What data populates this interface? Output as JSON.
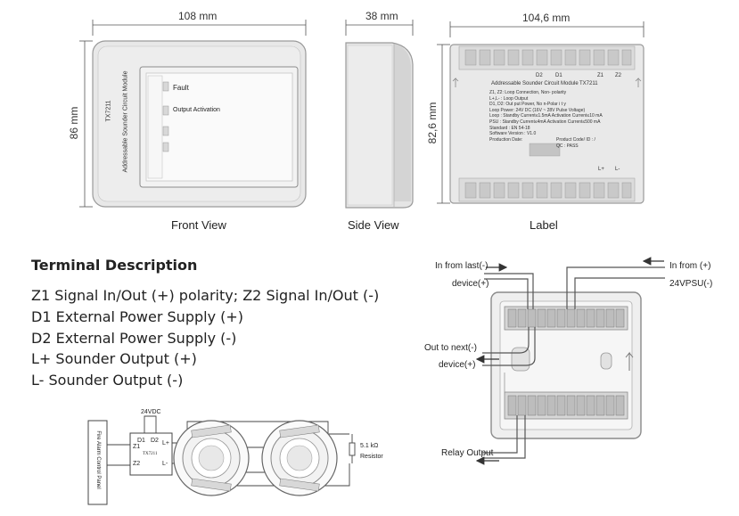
{
  "dimensions": {
    "front_width": "108 mm",
    "side_width": "38 mm",
    "label_width": "104,6 mm",
    "front_height": "86 mm",
    "label_height": "82,6 mm"
  },
  "captions": {
    "front": "Front View",
    "side": "Side View",
    "label": "Label"
  },
  "front_panel": {
    "model": "TX7211",
    "module_name": "Addressable Sounder Circuit Module",
    "fault": "Fault",
    "output_activation": "Output Activation"
  },
  "label_panel": {
    "top_terminals": [
      "D2",
      "D1",
      "Z1",
      "Z2"
    ],
    "title": "Addressable Sounder Circuit Module",
    "model": "TX7211",
    "lines": [
      "Z1, Z2: Loop Connection, Non- polarity",
      "L+,L- : Loop Output",
      "D1,  D2: Out put Power, No n-Polar i t y",
      "Loop Power: 24V DC (16V ~ 28V Pulse Voltage)",
      "Loop : Standby Current≤1.5mA Activation Current≤10 mA",
      "PSU : Standby Current≤4mA Activation Current≤500 mA",
      "Standard : EN 54-18",
      "Software Version : V1.0"
    ],
    "product_code": "Product Code/ ID :  /",
    "production_date": "Production Date:",
    "qc": "QC : PASS",
    "bottom_terminals": [
      "L+",
      "L-"
    ]
  },
  "terminal_description": {
    "title": "Terminal Description",
    "lines": [
      "Z1 Signal In/Out (+) polarity;  Z2 Signal In/Out (-)",
      "D1 External Power Supply (+)",
      "D2 External Power Supply (-)",
      "L+ Sounder Output  (+)",
      "L-  Sounder Output  (-)"
    ]
  },
  "wiring_labels": {
    "in_from_last_1": "In from last(-)",
    "in_from_last_2": "device(+)",
    "in_from_psu_1": "In from (+)",
    "in_from_psu_2": "24VPSU(-)",
    "out_to_next_1": "Out to next(-)",
    "out_to_next_2": "device(+)",
    "relay_output": "Relay Output"
  },
  "schematic": {
    "supply": "24VDC",
    "panel": "Fire Alarm Control Panel",
    "module_model": "TX7211",
    "terminals": {
      "d1": "D1",
      "d2": "D2",
      "z1": "Z1",
      "z2": "Z2",
      "lp": "L+",
      "lm": "L-"
    },
    "resistor_value": "5.1 kΩ",
    "resistor_label": "Resistor"
  }
}
